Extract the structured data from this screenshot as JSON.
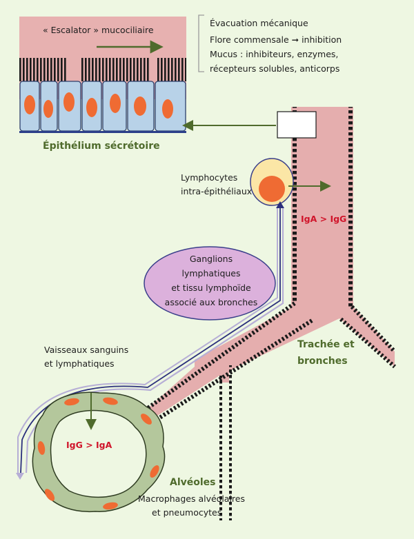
{
  "escalator_label": "« Escalator » mucociliaire",
  "defenses": [
    "Évacuation mécanique",
    "Flore commensale ➞ inhibition",
    "Mucus : inhibiteurs, enzymes,",
    "récepteurs solubles, anticorps"
  ],
  "epithelium_label": "Épithélium sécrétoire",
  "lymphocytes": [
    "Lymphocytes",
    "intra-épithéliaux"
  ],
  "iga_igg": "IgA > IgG",
  "ganglions": [
    "Ganglions",
    "lymphatiques",
    "et tissu lymphoïde",
    "associé aux bronches"
  ],
  "trachea": [
    "Trachée et",
    "bronches"
  ],
  "vessels": [
    "Vaisseaux sanguins",
    "et lymphatiques"
  ],
  "igg_iga": "IgG > IgA",
  "alveoles": "Alvéoles",
  "macrophages": [
    "Macrophages alvéolaires",
    "et pneumocytes"
  ],
  "colors": {
    "background": "#eef7e2",
    "mucus": "#e7b1b0",
    "airway": "#e5aeae",
    "cell_fill": "#b8d2e8",
    "nucleus": "#ef6b33",
    "label_green": "#4f6b2c",
    "label_red": "#d0142a",
    "ganglion": "#dcb1dc"
  }
}
